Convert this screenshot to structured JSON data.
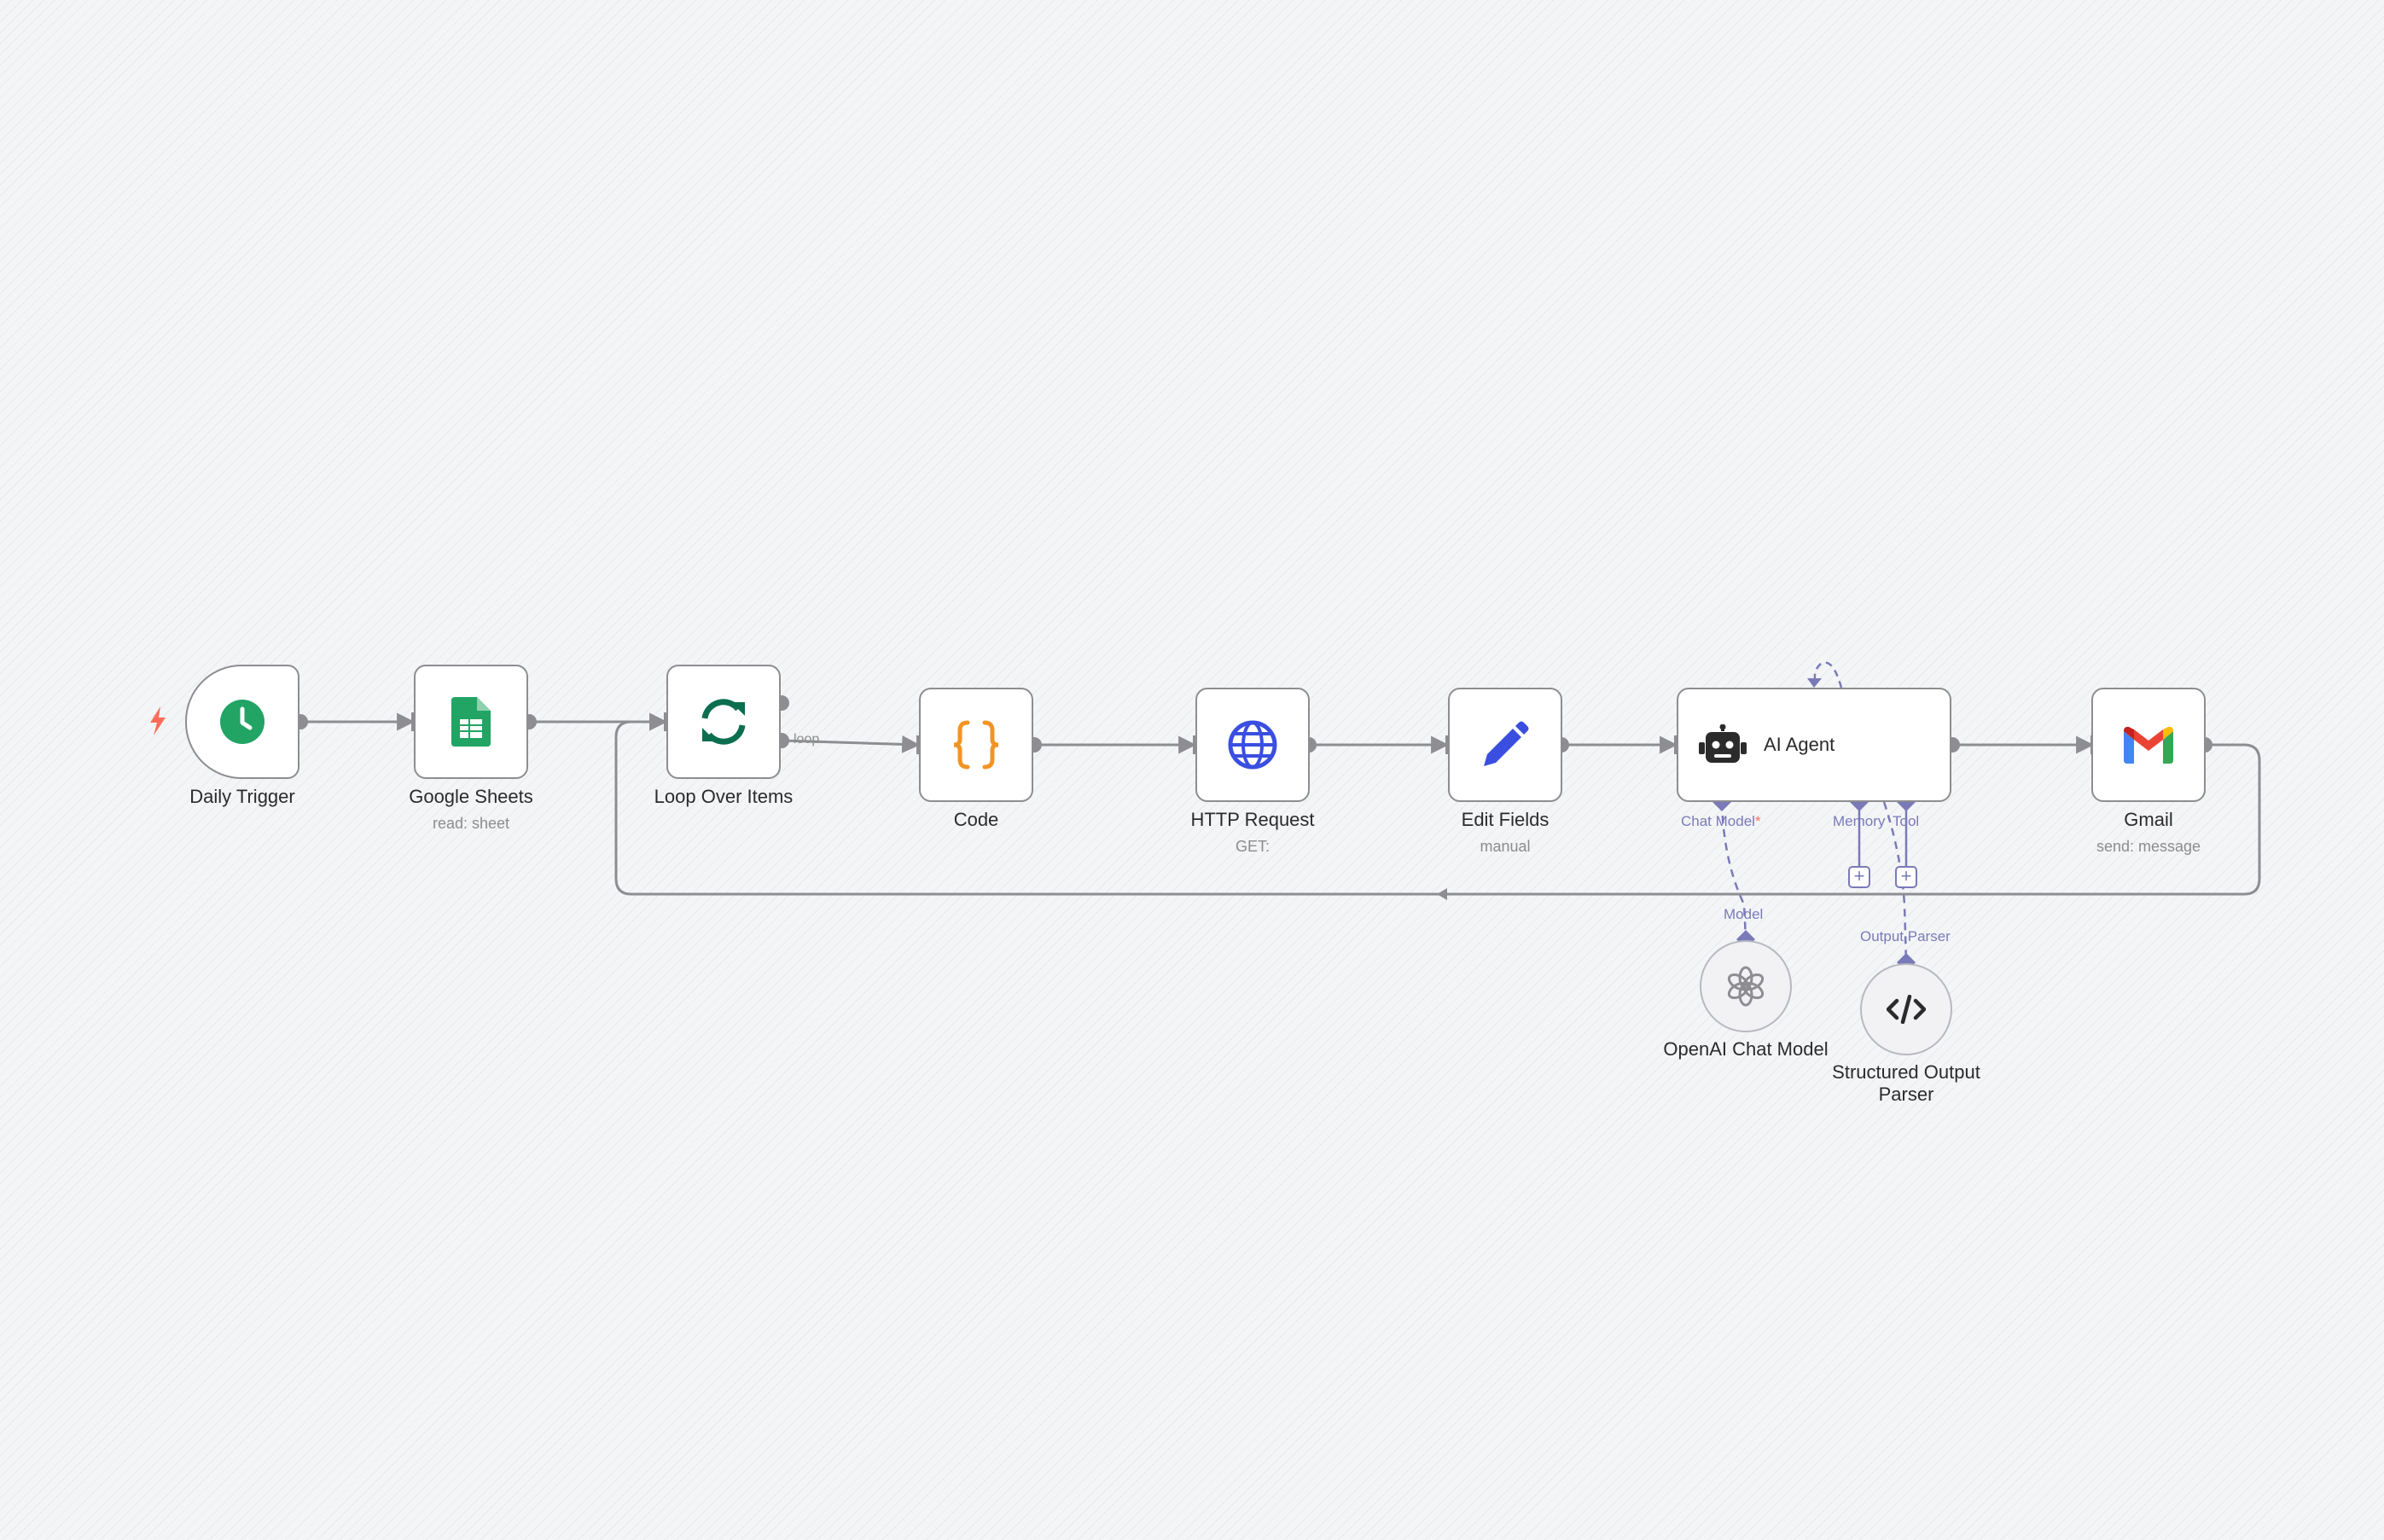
{
  "nodes": {
    "daily_trigger": {
      "label": "Daily Trigger",
      "icon": "clock-icon"
    },
    "google_sheets": {
      "label": "Google Sheets",
      "subtitle": "read: sheet",
      "icon": "google-sheets-icon"
    },
    "loop_over_items": {
      "label": "Loop Over Items",
      "icon": "refresh-icon"
    },
    "code": {
      "label": "Code",
      "icon": "curly-braces-icon"
    },
    "http_request": {
      "label": "HTTP Request",
      "subtitle": "GET:",
      "icon": "globe-icon"
    },
    "edit_fields": {
      "label": "Edit Fields",
      "subtitle": "manual",
      "icon": "pencil-icon"
    },
    "ai_agent": {
      "label": "AI Agent",
      "icon": "robot-icon",
      "handles": {
        "chat_model": "Chat Model",
        "chat_model_required": "*",
        "memory": "Memory",
        "tool": "Tool"
      }
    },
    "gmail": {
      "label": "Gmail",
      "subtitle": "send: message",
      "icon": "gmail-icon"
    },
    "openai_chat_model": {
      "label": "OpenAI Chat Model",
      "handle": "Model",
      "icon": "openai-icon"
    },
    "structured_output_parser": {
      "label_line1": "Structured Output",
      "label_line2": "Parser",
      "handle": "Output Parser",
      "icon": "code-brackets-icon"
    }
  },
  "edges": {
    "loop_label": "loop"
  },
  "colors": {
    "edge": "#8d8d92",
    "ai_edge": "#7a7ab8",
    "trigger_bolt": "#ff6d5a",
    "sheets_green": "#21a464",
    "loop_green": "#0b6e4f",
    "code_orange": "#f29423",
    "blue": "#3a4fe0"
  }
}
